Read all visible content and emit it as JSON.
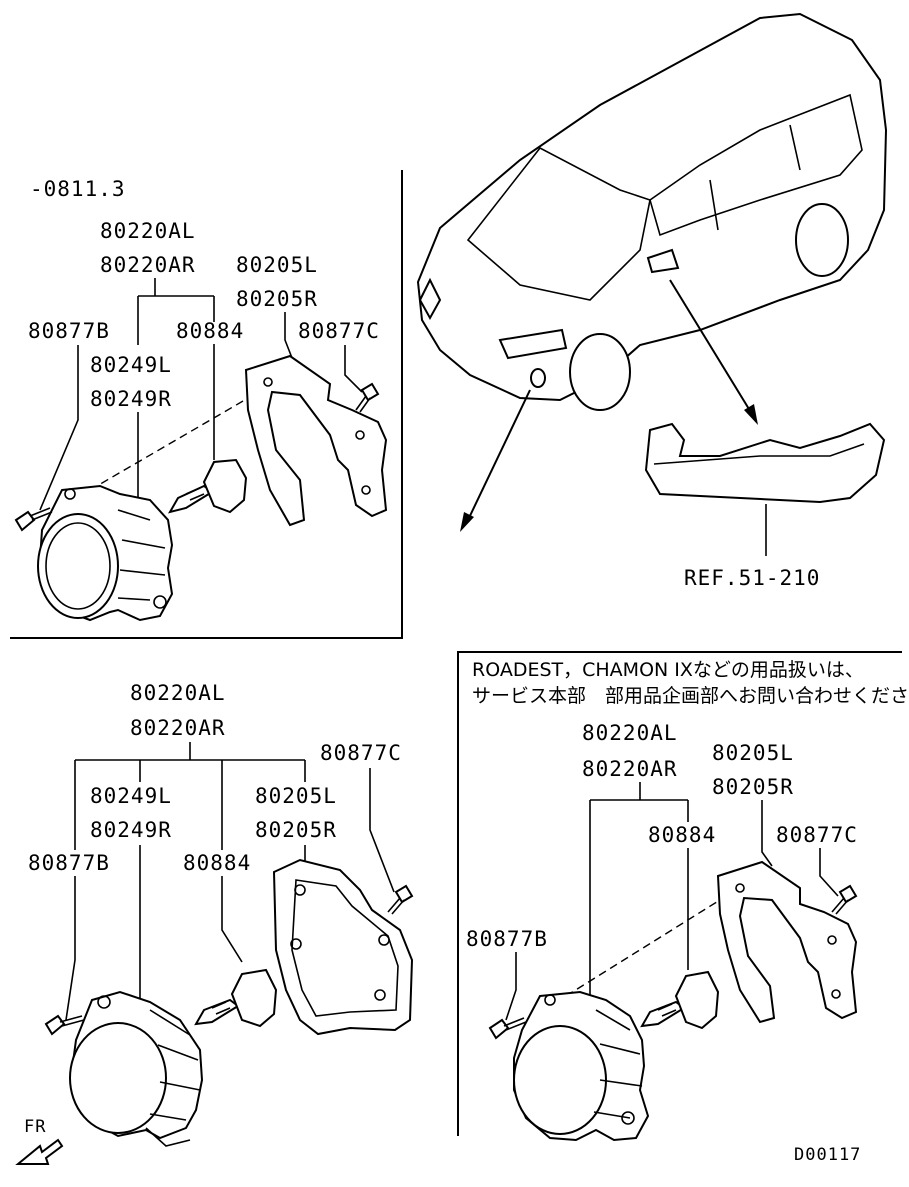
{
  "panel1": {
    "period": "-0811.3",
    "p_80220AL": "80220AL",
    "p_80220AR": "80220AR",
    "p_80205L": "80205L",
    "p_80205R": "80205R",
    "p_80877B": "80877B",
    "p_80884": "80884",
    "p_80877C": "80877C",
    "p_80249L": "80249L",
    "p_80249R": "80249R"
  },
  "car": {
    "ref": "REF.51-210"
  },
  "panel2": {
    "p_80220AL": "80220AL",
    "p_80220AR": "80220AR",
    "p_80877C": "80877C",
    "p_80249L": "80249L",
    "p_80249R": "80249R",
    "p_80205L": "80205L",
    "p_80205R": "80205R",
    "p_80877B": "80877B",
    "p_80884": "80884",
    "fr": "FR"
  },
  "panel3": {
    "note_line1": "ROADEST，CHAMON IXなどの用品扱いは、",
    "note_line2": "サービス本部　部用品企画部へお問い合わせください",
    "p_80220AL": "80220AL",
    "p_80220AR": "80220AR",
    "p_80205L": "80205L",
    "p_80205R": "80205R",
    "p_80884": "80884",
    "p_80877C": "80877C",
    "p_80877B": "80877B"
  },
  "diagram_id": "D00117"
}
